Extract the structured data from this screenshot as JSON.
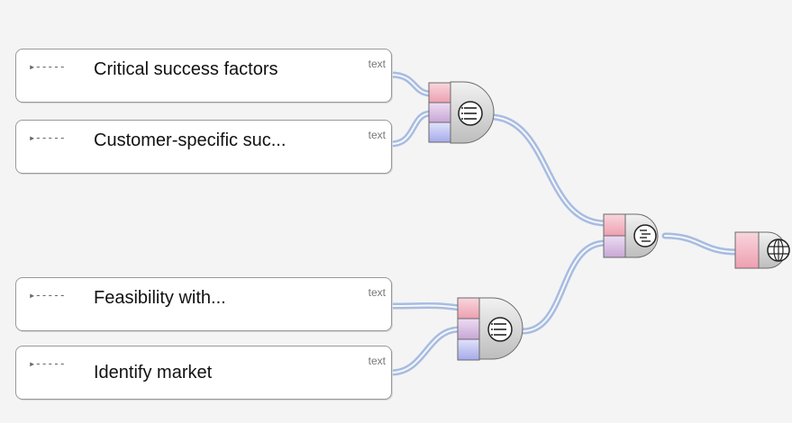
{
  "nodes": [
    {
      "label": "Critical success factors",
      "type": "text",
      "expander": "▸-----"
    },
    {
      "label": "Customer-specific suc...",
      "type": "text",
      "expander": "▸-----"
    },
    {
      "label": "Feasibility with...",
      "type": "text",
      "expander": "▸-----"
    },
    {
      "label": "Identify market",
      "type": "text",
      "expander": "▸-----"
    }
  ],
  "colors": {
    "canvas": "#f4f4f4",
    "connector": "#a8bce0",
    "port_top": "#f2c0cc",
    "port_mid": "#d8bbe0",
    "port_bottom": "#c4c6f2",
    "gate": "#dcdcdc"
  },
  "icons": {
    "list_gate": "list-icon",
    "ordered_list_gate": "ordered-list-icon",
    "output_gate": "globe-icon"
  }
}
